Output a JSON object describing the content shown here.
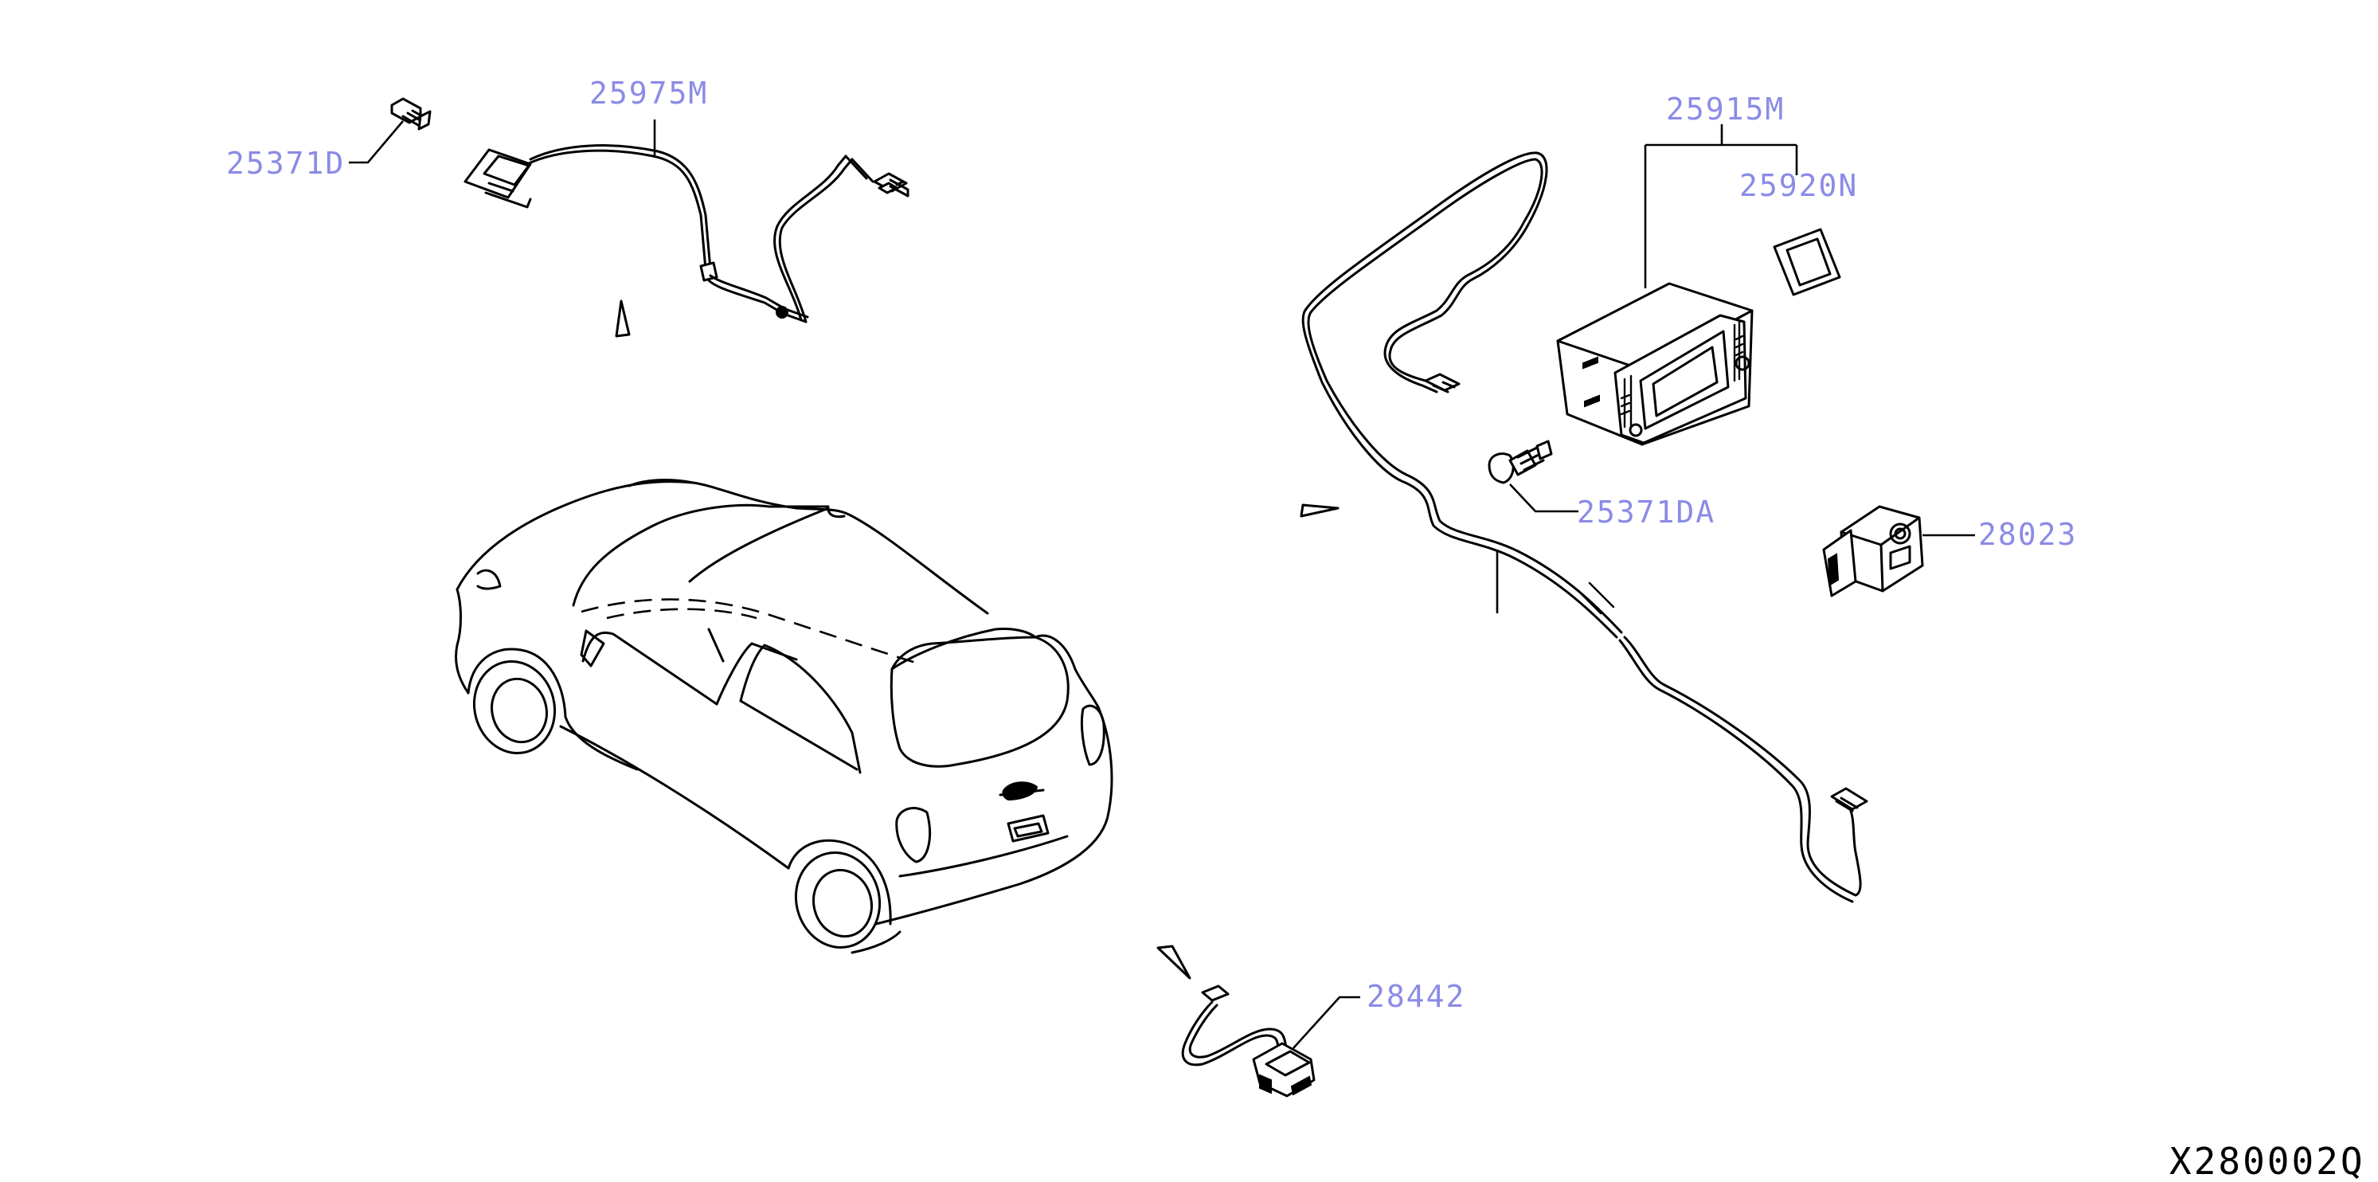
{
  "colors": {
    "label_text": "#8b8be6",
    "diagram_id_text": "#000000",
    "line": "#000000",
    "background": "#ffffff"
  },
  "parts": {
    "p25975M": "25975M",
    "p25371D": "25371D",
    "p25915M": "25915M",
    "p25920N": "25920N",
    "p25371DA": "25371DA",
    "p28023": "28023",
    "p28442": "28442"
  },
  "diagram_id": "X280002Q"
}
